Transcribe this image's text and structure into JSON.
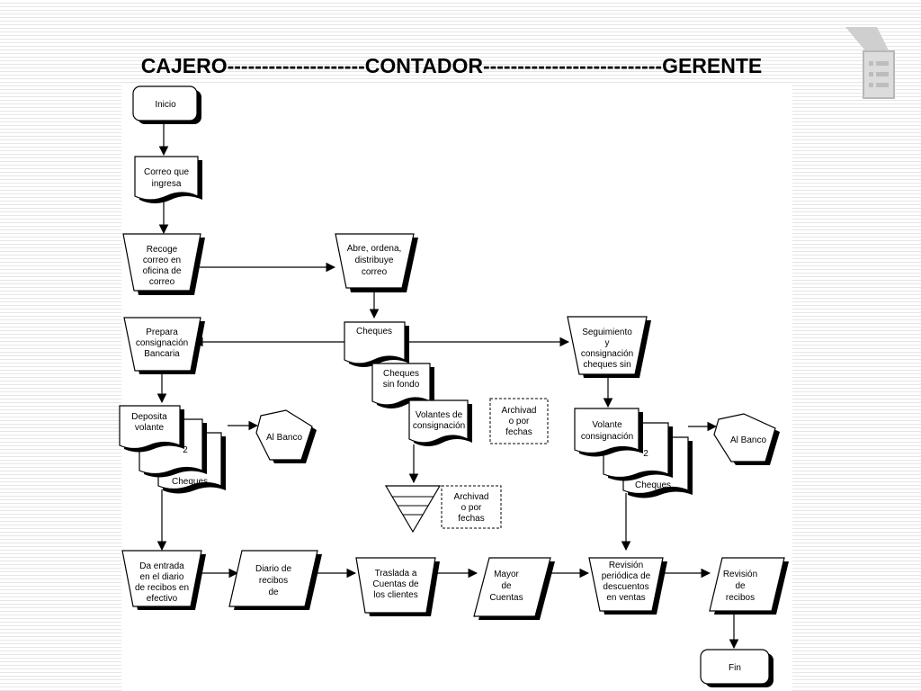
{
  "title": "CAJERO--------------------CONTADOR--------------------------GERENTE",
  "nodes": {
    "inicio": "Inicio",
    "correo_ingresa": [
      "Correo que",
      "ingresa"
    ],
    "recoge": [
      "Recoge",
      "correo en",
      "oficina de",
      "correo"
    ],
    "abre": [
      "Abre, ordena,",
      "distribuye",
      "correo"
    ],
    "prepara": [
      "Prepara",
      "consignación",
      "Bancaria"
    ],
    "cheques_doc": "Cheques",
    "seguimiento": [
      "Seguimiento",
      "y",
      "consignación",
      "cheques sin"
    ],
    "cheques_sin_fondo": [
      "Cheques",
      "sin fondo"
    ],
    "volantes": [
      "Volantes de",
      "consignación"
    ],
    "archivado_1": [
      "Archivad",
      "o por",
      "fechas"
    ],
    "archivado_2": [
      "Archivad",
      "o por",
      "fechas"
    ],
    "deposita": [
      "Deposita",
      "volante"
    ],
    "stack_left_num": "2",
    "stack_left_cheques": "Cheques",
    "al_banco_left": "Al Banco",
    "volante_consig": [
      "Volante",
      "consignación"
    ],
    "stack_right_num": "2",
    "stack_right_cheques": "Cheques",
    "al_banco_right": "Al Banco",
    "da_entrada": [
      "Da entrada",
      "en el diario",
      "de recibos en",
      "efectivo"
    ],
    "diario": [
      "Diario de",
      "recibos",
      "de"
    ],
    "traslada": [
      "Traslada a",
      "Cuentas de",
      "los clientes"
    ],
    "mayor": [
      "Mayor",
      "de",
      "Cuentas"
    ],
    "revision_periodica": [
      "Revisión",
      "periódica de",
      "descuentos",
      "en ventas"
    ],
    "revision_recibos": [
      "Revisión",
      "de",
      "recibos"
    ],
    "fin": "Fin"
  },
  "icons": {
    "logo": "document-list-icon"
  }
}
